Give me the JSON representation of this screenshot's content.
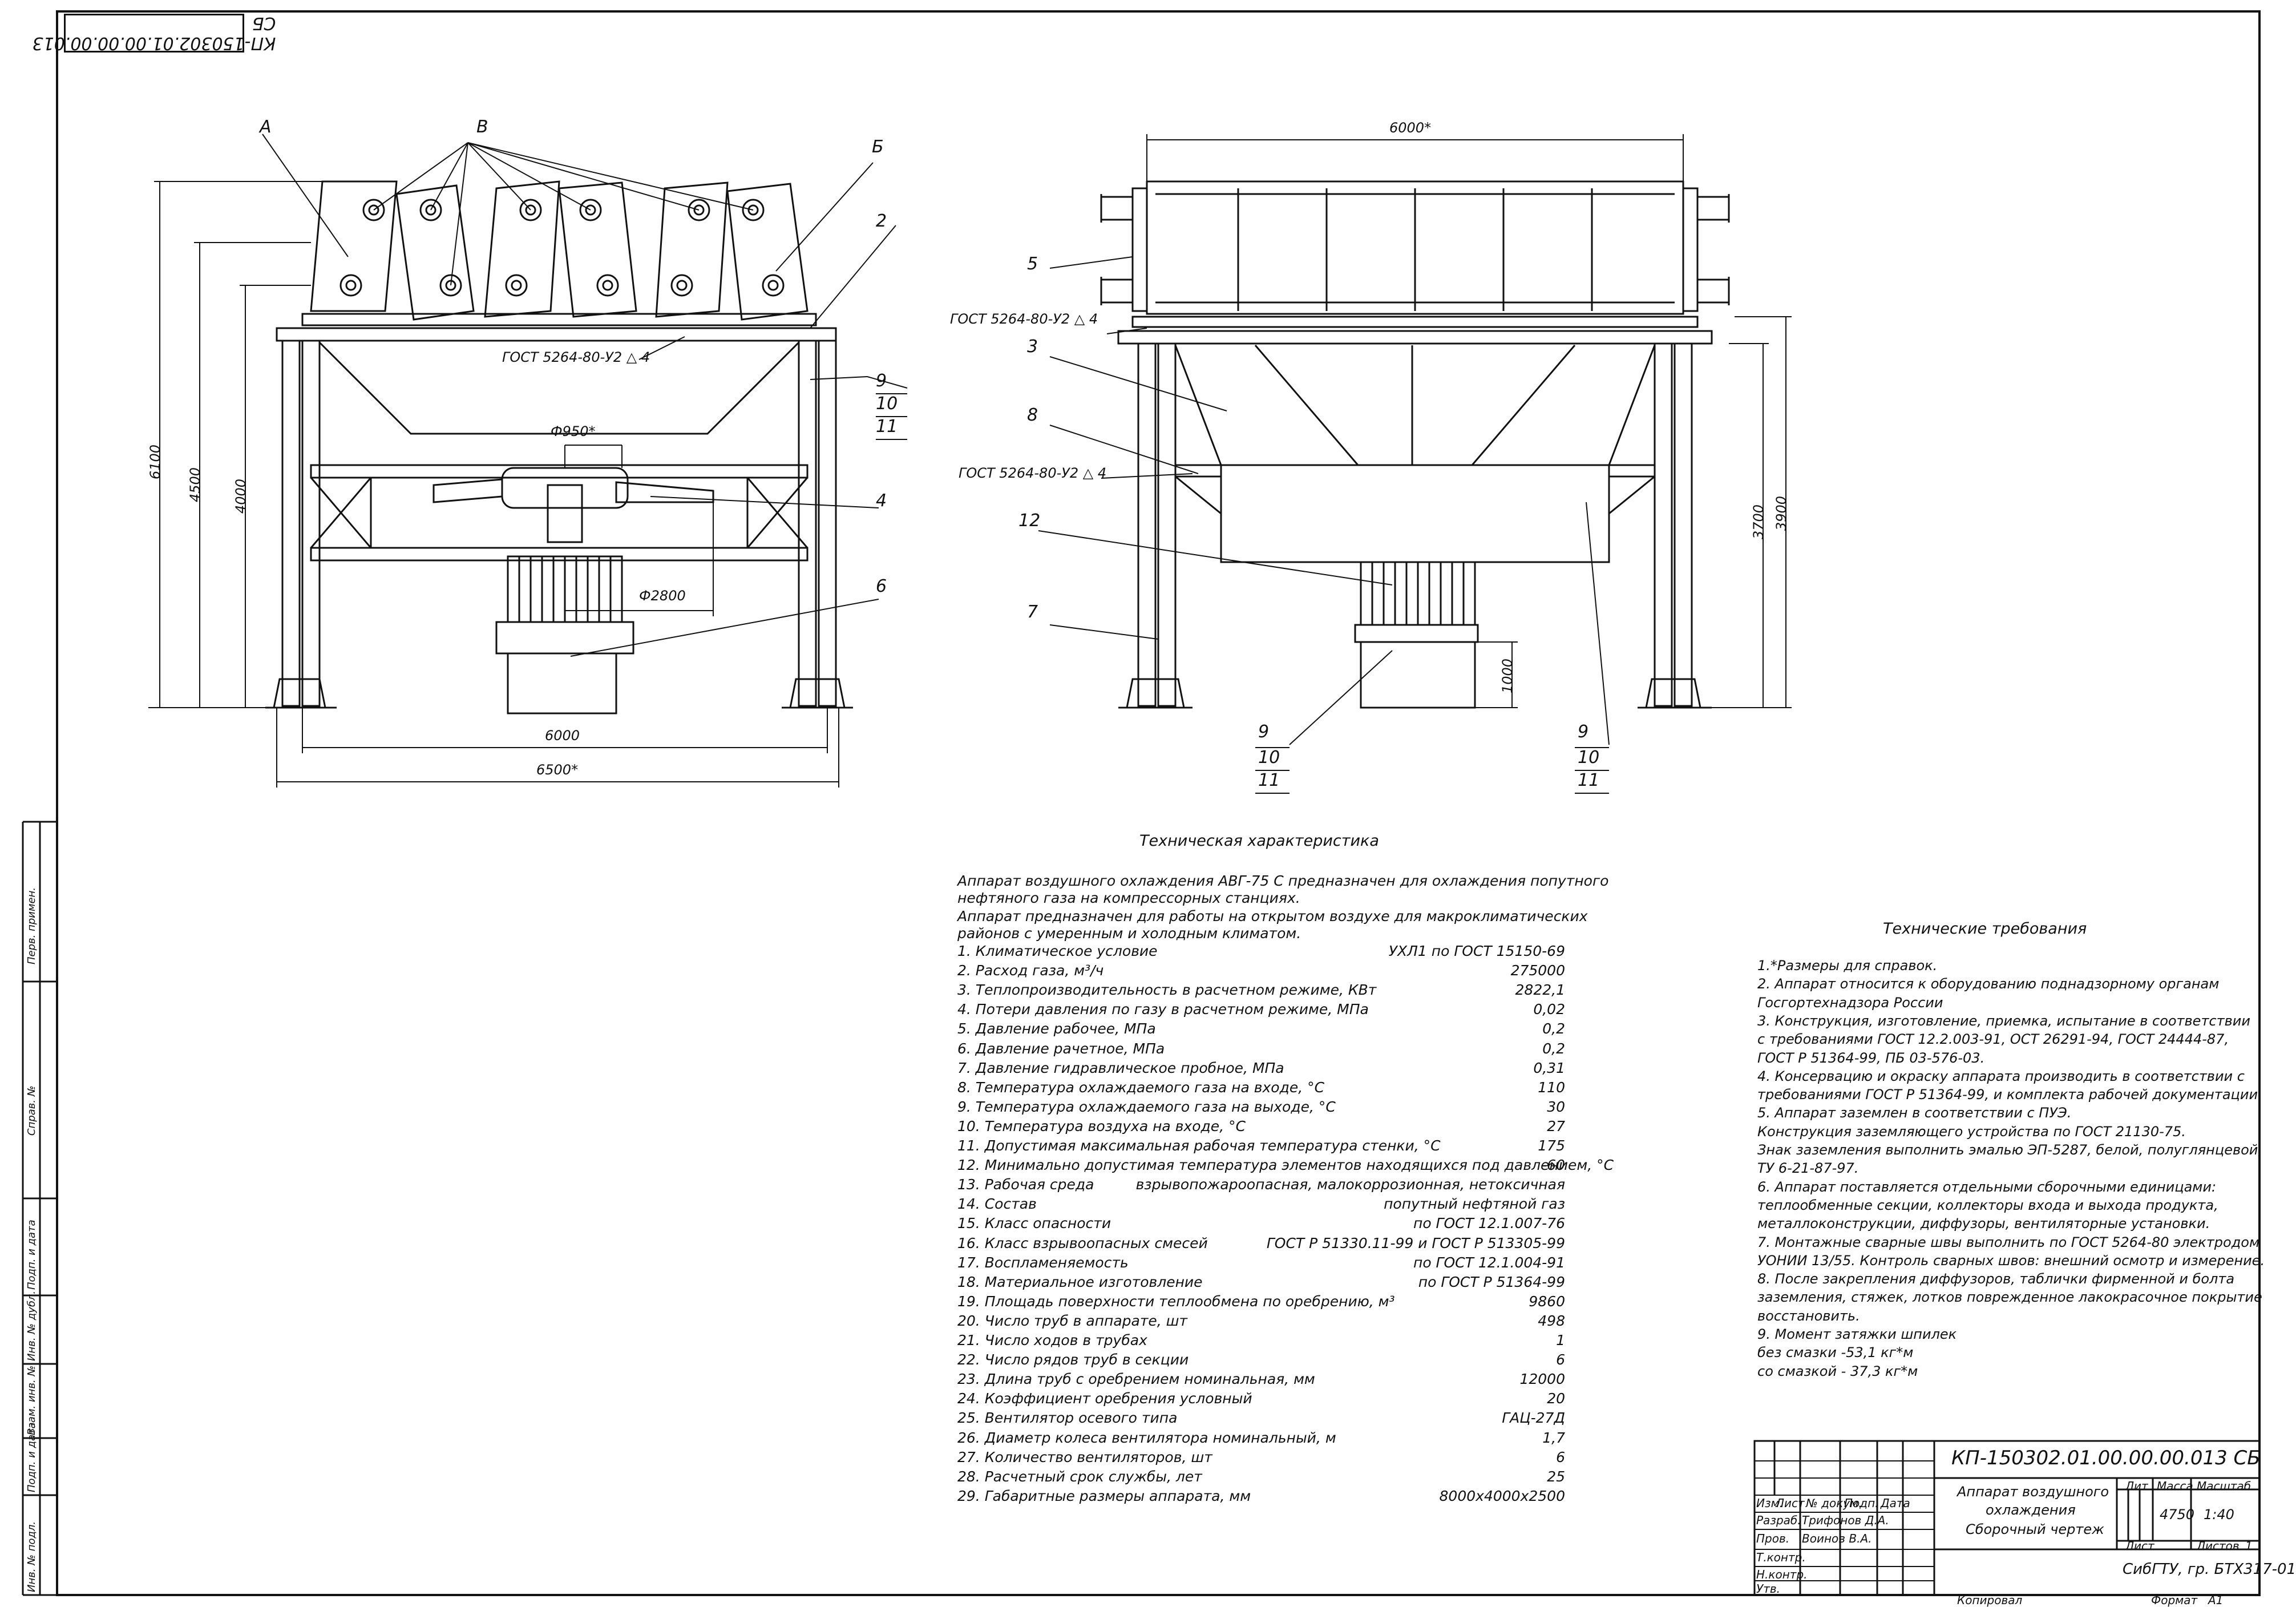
{
  "drawing_code_stamp": "КП-150302.01.00.00.00.013 СБ",
  "view_labels": {
    "A": "А",
    "B": "В",
    "V": "Б",
    "n2": "2",
    "n3": "3",
    "n4": "4",
    "n5": "5",
    "n6": "6",
    "n7": "7",
    "n8": "8",
    "n9a": "9",
    "n10a": "10",
    "n11a": "11",
    "n9b": "9",
    "n10b": "10",
    "n11b": "11",
    "n9c": "9",
    "n10c": "10",
    "n11c": "11",
    "n12": "12"
  },
  "weld_notes": {
    "front": "ГОСТ 5264-80-У2 △ 4",
    "side_top": "ГОСТ 5264-80-У2 △ 4",
    "side_mid": "ГОСТ 5264-80-У2 △ 4"
  },
  "dimensions": {
    "d950": "Ф950*",
    "d2800": "Ф2800",
    "w6000": "6000",
    "w6500": "6500*",
    "h6100": "6100",
    "h4500": "4500",
    "h4000": "4000",
    "top6000": "6000*",
    "h3700": "3700",
    "h3900": "3900",
    "h1000": "1000"
  },
  "tech_char": {
    "title": "Техническая характеристика",
    "intro": [
      "Аппарат воздушного охлаждения АВГ-75 С предназначен для охлаждения попутного",
      "нефтяного газа на компрессорных станциях.",
      "Аппарат предназначен для работы на открытом воздухе для макроклиматических",
      "районов с умеренным и холодным климатом."
    ],
    "params": [
      {
        "l": "1.  Климатическое условие",
        "v": "УХЛ1 по ГОСТ 15150-69"
      },
      {
        "l": "2.  Расход газа, м³/ч",
        "v": "275000"
      },
      {
        "l": "3.  Теплопроизводительность в расчетном режиме, КВт",
        "v": "2822,1"
      },
      {
        "l": "4.  Потери давления по газу в расчетном режиме, МПа",
        "v": "0,02"
      },
      {
        "l": "5.  Давление рабочее, МПа",
        "v": "0,2"
      },
      {
        "l": "6.  Давление рачетное, МПа",
        "v": "0,2"
      },
      {
        "l": "7.  Давление гидравлическое пробное, МПа",
        "v": "0,31"
      },
      {
        "l": "8.  Температура охлаждаемого газа на входе, °С",
        "v": "110"
      },
      {
        "l": "9.  Температура охлаждаемого газа на выходе, °С",
        "v": "30"
      },
      {
        "l": "10. Температура воздуха на входе, °С",
        "v": "27"
      },
      {
        "l": "11. Допустимая максимальная рабочая температура стенки, °С",
        "v": "175"
      },
      {
        "l": "12. Минимально допустимая температура элементов находящихся под давлением, °С",
        "v": "-60"
      },
      {
        "l": "13. Рабочая среда",
        "v": "взрывопожароопасная, малокоррозионная, нетоксичная"
      },
      {
        "l": "14. Состав",
        "v": "попутный нефтяной газ"
      },
      {
        "l": "15. Класс опасности",
        "v": "по ГОСТ 12.1.007-76"
      },
      {
        "l": "16. Класс взрывоопасных смесей",
        "v": "ГОСТ Р 51330.11-99 и ГОСТ Р 513305-99"
      },
      {
        "l": "17. Воспламеняемость",
        "v": "по ГОСТ 12.1.004-91"
      },
      {
        "l": "18. Материальное изготовление",
        "v": "по ГОСТ Р 51364-99"
      },
      {
        "l": "19. Площадь поверхности теплообмена по оребрению, м³",
        "v": "9860"
      },
      {
        "l": "20. Число труб в аппарате, шт",
        "v": "498"
      },
      {
        "l": "21. Число ходов в трубах",
        "v": "1"
      },
      {
        "l": "22. Число рядов труб в секции",
        "v": "6"
      },
      {
        "l": "23. Длина труб с оребрением номинальная, мм",
        "v": "12000"
      },
      {
        "l": "24. Коэффициент оребрения условный",
        "v": "20"
      },
      {
        "l": "25. Вентилятор осевого типа",
        "v": "ГАЦ-27Д"
      },
      {
        "l": "26. Диаметр колеса вентилятора номинальный, м",
        "v": "1,7"
      },
      {
        "l": "27. Количество вентиляторов, шт",
        "v": "6"
      },
      {
        "l": "28. Расчетный срок службы, лет",
        "v": "25"
      },
      {
        "l": "29. Габаритные размеры аппарата, мм",
        "v": "8000x4000x2500"
      }
    ]
  },
  "tech_req": {
    "title": "Технические требования",
    "lines": [
      "1.*Размеры для справок.",
      "2. Аппарат относится к оборудованию поднадзорному органам",
      "Госгортехнадзора России",
      "3. Конструкция, изготовление, приемка, испытание в соответствии",
      "с требованиями ГОСТ 12.2.003-91, ОСТ 26291-94, ГОСТ 24444-87,",
      "ГОСТ Р 51364-99, ПБ 03-576-03.",
      "4. Консервацию и окраску аппарата производить в соответствии с",
      "требованиями ГОСТ Р 51364-99, и комплекта рабочей документации.",
      "5. Аппарат заземлен в соответствии с ПУЭ.",
      "Конструкция заземляющего устройства по ГОСТ 21130-75.",
      "Знак заземления выполнить эмалью ЭП-5287, белой, полуглянцевой,",
      "ТУ 6-21-87-97.",
      "6. Аппарат поставляется отдельными сборочными единицами:",
      "теплообменные  секции, коллекторы входа и выхода продукта,",
      "металлоконструкции, диффузоры, вентиляторные установки.",
      "7. Монтажные сварные швы выполнить по ГОСТ 5264-80 электродом",
      "УОНИИ 13/55. Контроль сварных швов: внешний осмотр и измерение.",
      "8. После закрепления диффузоров, таблички фирменной и болта",
      " заземления, стяжек, лотков поврежденное лакокрасочное покрытие",
      " восстановить.",
      "9. Момент затяжки шпилек",
      "без смазки -53,1 кг*м",
      "со смазкой - 37,3 кг*м"
    ]
  },
  "title_block": {
    "code": "КП-150302.01.00.00.00.013 СБ",
    "name1": "Аппарат воздушного",
    "name2": "охлаждения",
    "name3": "Сборочный чертеж",
    "lit": "Лит.",
    "mass": "Масса",
    "scale": "Масштаб",
    "mass_val": "4750",
    "scale_val": "1:40",
    "sheet": "Лист",
    "sheets": "Листов",
    "sheets_val": "1",
    "org": "СибГТУ, гр. БТХ317-01",
    "izm": "Изм.",
    "list": "Лист",
    "ndoc": "№ докум.",
    "podp": "Подп.",
    "data": "Дата",
    "razrab": "Разраб.",
    "razrab_name": "Трифонов Д.А.",
    "prov": "Пров.",
    "prov_name": "Воинов В.А.",
    "tkontr": "Т.контр.",
    "nkontr": "Н.контр.",
    "utv": "Утв.",
    "kopiroval": "Копировал",
    "format": "Формат",
    "format_val": "А1"
  },
  "side_strip": {
    "perv": "Перв. примен.",
    "sprav": "Справ. №",
    "podp1": "Подп. и дата",
    "inv_dubl": "Инв. № дубл.",
    "vzam": "Взам. инв. №",
    "podp2": "Подп. и дата",
    "inv_podl": "Инв. № подл."
  }
}
